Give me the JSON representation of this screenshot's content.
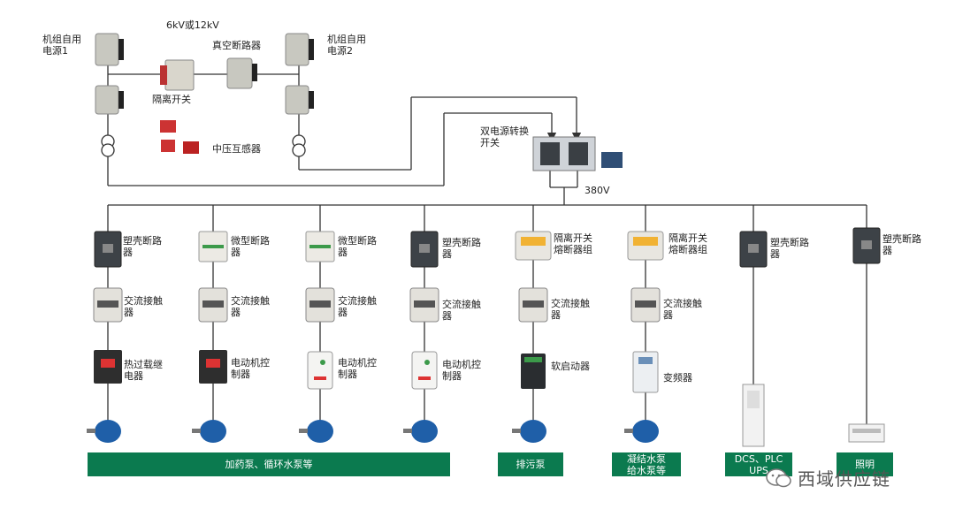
{
  "top": {
    "gen1": "机组自用电源1",
    "gen2": "机组自用电源2",
    "voltage": "6kV或12kV",
    "vcb": "真空断路器",
    "isolator": "隔离开关",
    "ct": "中压互感器",
    "ats": "双电源转换开关",
    "lv_bus": "380V"
  },
  "branches": [
    {
      "l1": "塑壳断路器",
      "l2": "交流接触器",
      "l3": "热过载继电器"
    },
    {
      "l1": "微型断路器",
      "l2": "交流接触器",
      "l3": "电动机控制器"
    },
    {
      "l1": "微型断路器",
      "l2": "交流接触器",
      "l3": "电动机控制器"
    },
    {
      "l1": "塑壳断路器",
      "l2": "交流接触器",
      "l3": "电动机控制器"
    },
    {
      "l1": "隔离开关熔断器组",
      "l2": "交流接触器",
      "l3": "软启动器"
    },
    {
      "l1": "隔离开关熔断器组",
      "l2": "交流接触器",
      "l3": "变频器"
    },
    {
      "l1": "塑壳断路器"
    },
    {
      "l1": "塑壳断路器"
    }
  ],
  "bands": {
    "pumps": "加药泵、循环水泵等",
    "sewage": "排污泵",
    "cond_l1": "凝结水泵",
    "cond_l2": "给水泵等",
    "dcs_l1": "DCS、PLC",
    "dcs_l2": "UPS",
    "light_l1": "照明"
  },
  "watermark": "西域供应链",
  "colors": {
    "line": "#333333",
    "band": "#0b7a4f",
    "motor": "#1f5fa8"
  }
}
